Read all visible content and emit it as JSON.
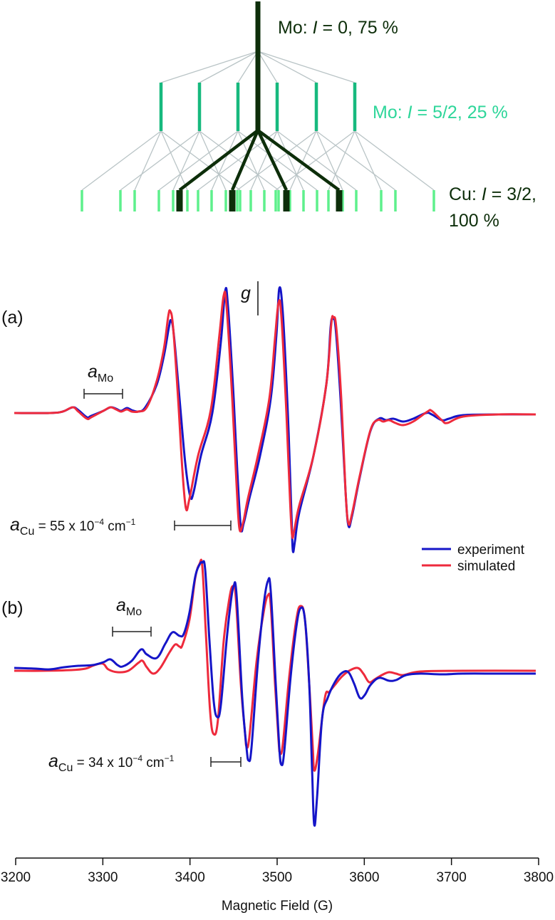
{
  "splitting_diagram": {
    "levels": [
      {
        "label_prefix": "Mo: ",
        "label_italic": "I",
        "label_suffix": " = 0, 75 %",
        "color": "#0d2e0a"
      },
      {
        "label_prefix": "Mo: ",
        "label_italic": "I",
        "label_suffix": " = 5/2, 25 %",
        "color": "#2ed69a"
      },
      {
        "label_prefix": "Cu: ",
        "label_italic": "I",
        "label_suffix": " = 3/2,",
        "label_line2": "100 %",
        "color": "#0d2e0a"
      }
    ],
    "colors": {
      "trunk": "#0d2e0a",
      "mo_lines": "#17b97e",
      "cu_lines": "#5ef08c",
      "connectors": "#b9c4c6"
    }
  },
  "annotations": {
    "g_marker": "g",
    "panel_a": "(a)",
    "panel_b": "(b)",
    "a_mo_a": {
      "main": "a",
      "sub": "Mo"
    },
    "a_mo_b": {
      "main": "a",
      "sub": "Mo"
    },
    "a_cu_a": {
      "main": "a",
      "sub": "Cu",
      "text": " = 55 x 10",
      "exp": "−4",
      "unit": " cm",
      "unit_exp": "−1"
    },
    "a_cu_b": {
      "main": "a",
      "sub": "Cu",
      "text": " = 34 x 10",
      "exp": "−4",
      "unit": " cm",
      "unit_exp": "−1"
    }
  },
  "legend": {
    "items": [
      {
        "label": "experiment",
        "color": "#1515c8"
      },
      {
        "label": "simulated",
        "color": "#ee2a3c"
      }
    ]
  },
  "axis": {
    "title": "Magnetic Field (G)",
    "ticks": [
      "3200",
      "3300",
      "3400",
      "3500",
      "3600",
      "3700",
      "3800"
    ]
  },
  "chart_data": [
    {
      "type": "line",
      "title": "(a)",
      "xlabel": "Magnetic Field (G)",
      "ylabel": "",
      "xlim": [
        3200,
        3800
      ],
      "legend_position": "right",
      "annotations": [
        "g",
        "aMo",
        "aCu = 55 x 10^-4 cm^-1"
      ],
      "series": [
        {
          "name": "experiment",
          "x": [
            3200,
            3265,
            3290,
            3310,
            3325,
            3345,
            3370,
            3380,
            3400,
            3440,
            3458,
            3505,
            3520,
            3565,
            3585,
            3610,
            3640,
            3680,
            3700,
            3800
          ],
          "y": [
            0,
            0.05,
            -0.1,
            0.1,
            0.07,
            0,
            0.3,
            1.25,
            -1.05,
            1.6,
            -1.6,
            1.65,
            -1.95,
            1.3,
            -1.6,
            0,
            -0.05,
            0.05,
            0,
            0
          ]
        },
        {
          "name": "simulated",
          "x": [
            3200,
            3265,
            3290,
            3310,
            3325,
            3345,
            3370,
            3380,
            3398,
            3440,
            3457,
            3505,
            3520,
            3567,
            3585,
            3610,
            3640,
            3680,
            3700,
            3800
          ],
          "y": [
            0,
            0.05,
            -0.1,
            0.1,
            0.07,
            0,
            0.35,
            1.45,
            -1.3,
            1.55,
            -1.55,
            1.4,
            -1.7,
            1.3,
            -1.55,
            0,
            -0.05,
            0.1,
            0,
            0
          ]
        }
      ]
    },
    {
      "type": "line",
      "title": "(b)",
      "xlabel": "Magnetic Field (G)",
      "ylabel": "",
      "xlim": [
        3200,
        3800
      ],
      "annotations": [
        "aMo",
        "aCu = 34 x 10^-4 cm^-1"
      ],
      "series": [
        {
          "name": "experiment",
          "x": [
            3200,
            3310,
            3320,
            3345,
            3358,
            3380,
            3390,
            3415,
            3433,
            3452,
            3467,
            3490,
            3505,
            3527,
            3545,
            3585,
            3605,
            3640,
            3700,
            3800
          ],
          "y": [
            0,
            0.05,
            -0.05,
            0.3,
            0.1,
            0.5,
            0.3,
            1.6,
            -0.9,
            1.3,
            -1.35,
            1.35,
            -1.45,
            0.95,
            -2.3,
            0.2,
            -0.2,
            0.05,
            0,
            0
          ]
        },
        {
          "name": "simulated",
          "x": [
            3200,
            3310,
            3320,
            3345,
            3358,
            3380,
            3390,
            3415,
            3430,
            3452,
            3465,
            3490,
            3503,
            3528,
            3545,
            3595,
            3610,
            3640,
            3700,
            3800
          ],
          "y": [
            0,
            0.08,
            -0.05,
            0.15,
            -0.15,
            0.3,
            0.15,
            1.6,
            -1.25,
            1.25,
            -1.15,
            1.1,
            -1.3,
            1.0,
            -1.55,
            0.1,
            -0.1,
            0.05,
            0,
            0
          ]
        }
      ]
    }
  ]
}
